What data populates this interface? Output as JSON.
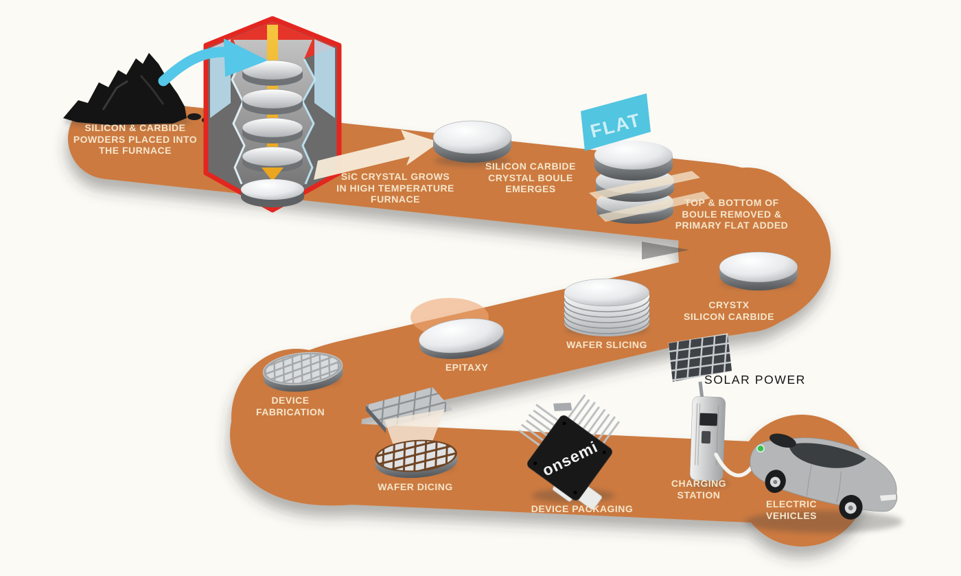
{
  "diagram": {
    "background_color": "#FBFAF5",
    "road_color": "#CC7A40",
    "label_color": "#F5E6CB",
    "accent_colors": {
      "furnace_red": "#E5352A",
      "arrow_cyan": "#55C7E8",
      "arrow_yellow": "#EBA51F",
      "flat_sign_cyan": "#45C1DE",
      "beam_cream": "#F5EADB",
      "charge_green": "#3BBF4F"
    },
    "steps": [
      {
        "id": "powders",
        "label": "SILICON & CARBIDE\nPOWDERS PLACED INTO\nTHE FURNACE",
        "icon": "powder-pile-icon"
      },
      {
        "id": "crystal-growth",
        "label": "SiC CRYSTAL GROWS\nIN HIGH TEMPERATURE\nFURNACE",
        "icon": "furnace-icon"
      },
      {
        "id": "boule-emerges",
        "label": "SILICON CARBIDE\nCRYSTAL BOULE\nEMERGES",
        "icon": "boule-disc-icon"
      },
      {
        "id": "boule-processing",
        "label": "TOP & BOTTOM OF\nBOULE REMOVED &\nPRIMARY FLAT ADDED",
        "icon": "boule-stack-icon",
        "sign": "FLAT"
      },
      {
        "id": "crystx",
        "label": "CRYSTX\nSILICON CARBIDE",
        "icon": "sic-disc-icon"
      },
      {
        "id": "wafer-slicing",
        "label": "WAFER SLICING",
        "icon": "wafer-stack-icon"
      },
      {
        "id": "epitaxy",
        "label": "EPITAXY",
        "icon": "epitaxy-wafer-icon"
      },
      {
        "id": "device-fabrication",
        "label": "DEVICE\nFABRICATION",
        "icon": "patterned-wafer-icon"
      },
      {
        "id": "wafer-dicing",
        "label": "WAFER DICING",
        "icon": "diced-wafer-icon"
      },
      {
        "id": "device-packaging",
        "label": "DEVICE PACKAGING",
        "icon": "power-module-icon",
        "chip_brand": "onsemi"
      },
      {
        "id": "solar-power",
        "label": "SOLAR POWER",
        "icon": "solar-panel-icon"
      },
      {
        "id": "charging-station",
        "label": "CHARGING\nSTATION",
        "icon": "ev-charger-icon"
      },
      {
        "id": "electric-vehicles",
        "label": "ELECTRIC\nVEHICLES",
        "icon": "electric-car-icon"
      }
    ]
  }
}
